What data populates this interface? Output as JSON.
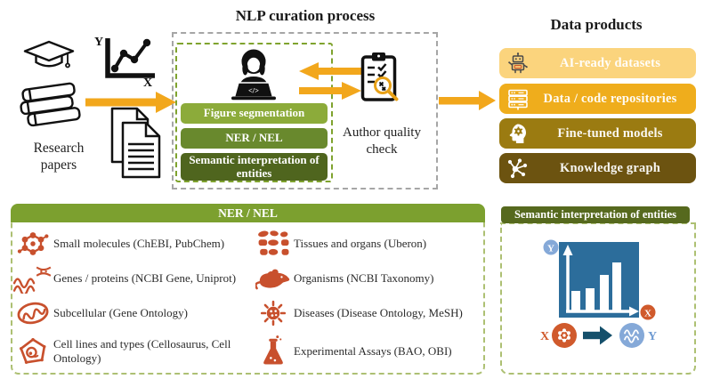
{
  "titles": {
    "process": "NLP curation process",
    "products": "Data products"
  },
  "sources": {
    "label": "Research papers",
    "chart_axis_y": "Y",
    "chart_axis_x": "X"
  },
  "process": {
    "person_laptop_glyph": "</>",
    "steps": [
      {
        "label": "Figure segmentation",
        "color": "#8cab3a"
      },
      {
        "label": "NER / NEL",
        "color": "#69892d"
      },
      {
        "label": "Semantic interpretation of entities",
        "color": "#4f651e"
      }
    ],
    "quality_check_label": "Author quality check"
  },
  "data_products": {
    "items": [
      {
        "label": "AI-ready datasets",
        "icon": "robot-icon",
        "color": "#fbd47d"
      },
      {
        "label": "Data / code repositories",
        "icon": "server-icon",
        "color": "#efad1c"
      },
      {
        "label": "Fine-tuned models",
        "icon": "head-gear-icon",
        "color": "#9b7b11"
      },
      {
        "label": "Knowledge graph",
        "icon": "knowledge-graph-icon",
        "color": "#6c5310"
      }
    ]
  },
  "ner_nel_panel": {
    "title": "NER / NEL",
    "header_color": "#7ca02f",
    "icon_color": "#c8502d",
    "left_items": [
      {
        "label": "Small molecules (ChEBI, PubChem)",
        "icon": "molecule-icon"
      },
      {
        "label": "Genes / proteins (NCBI Gene, Uniprot)",
        "icon": "genes-icon"
      },
      {
        "label": "Subcellular (Gene Ontology)",
        "icon": "subcellular-icon"
      },
      {
        "label": "Cell lines and types (Cellosaurus, Cell Ontology)",
        "icon": "cell-icon"
      }
    ],
    "right_items": [
      {
        "label": "Tissues and organs (Uberon)",
        "icon": "tissues-icon"
      },
      {
        "label": "Organisms (NCBI Taxonomy)",
        "icon": "mouse-icon"
      },
      {
        "label": "Diseases (Disease Ontology, MeSH)",
        "icon": "virus-icon"
      },
      {
        "label": "Experimental Assays (BAO, OBI)",
        "icon": "flask-icon"
      }
    ]
  },
  "semantic_panel": {
    "title": "Semantic interpretation of entities",
    "header_color": "#56691e",
    "y_badge": "Y",
    "x_badge": "X",
    "x_label": "X",
    "y_label": "Y",
    "bar_heights": [
      23,
      26,
      41,
      55
    ]
  },
  "colors": {
    "arrow_orange": "#f2a71c",
    "chart_blue": "#2c6d9b",
    "badge_blue": "#85a9d8",
    "badge_orange": "#d05a2c",
    "navy_arrow": "#15506b",
    "entity_icon_red": "#c8502d"
  }
}
